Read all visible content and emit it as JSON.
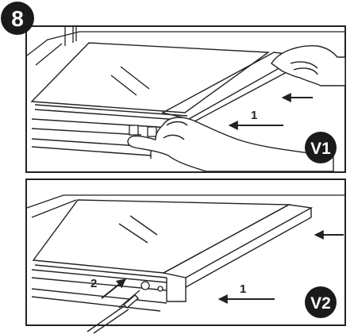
{
  "step_badge": {
    "label": "8"
  },
  "panels": [
    {
      "id": "V1",
      "badge_label": "V1",
      "arrow_labels": [
        "1"
      ]
    },
    {
      "id": "V2",
      "badge_label": "V2",
      "arrow_labels": [
        "1",
        "2"
      ]
    }
  ],
  "colors": {
    "line": "#222222",
    "badge_fill": "#1a1a1a",
    "badge_text": "#ffffff",
    "background": "#ffffff"
  }
}
